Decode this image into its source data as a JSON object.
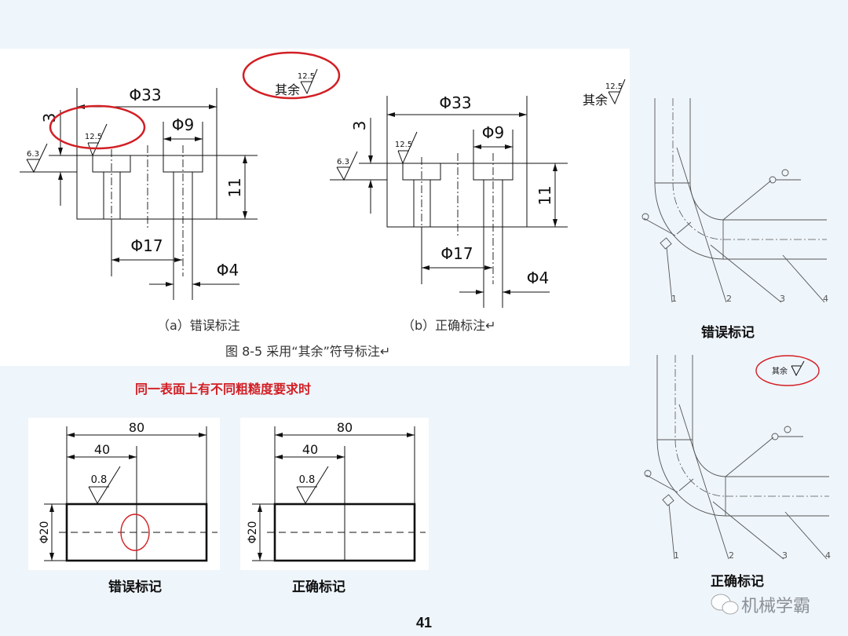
{
  "slide": {
    "page_number": "41",
    "watermark": "机械学霸",
    "background_color": "#eef5fb",
    "accent_color": "#d21f24"
  },
  "figure_8_5": {
    "dims": {
      "d33": "Φ33",
      "d9": "Φ9",
      "d17": "Φ17",
      "d4": "Φ4",
      "h11": "11",
      "h3": "3",
      "ra63": "6.3",
      "ra125": "12.5"
    },
    "other_label": "其余",
    "other_ra": "12.5",
    "caption_a": "（a）错误标注",
    "caption_b": "（b）正确标注↵",
    "title": "图 8-5   采用“其余”符号标注↵"
  },
  "note": "同一表面上有不同粗糙度要求时",
  "shaft": {
    "dims": {
      "len80": "80",
      "len40": "40",
      "ra": "0.8",
      "dia": "Φ20"
    },
    "caption_wrong": "错误标记",
    "caption_right": "正确标记"
  },
  "elbow": {
    "labels": [
      "1",
      "2",
      "3",
      "4"
    ],
    "caption_wrong": "错误标记",
    "caption_right": "正确标记",
    "other_label": "其余"
  }
}
